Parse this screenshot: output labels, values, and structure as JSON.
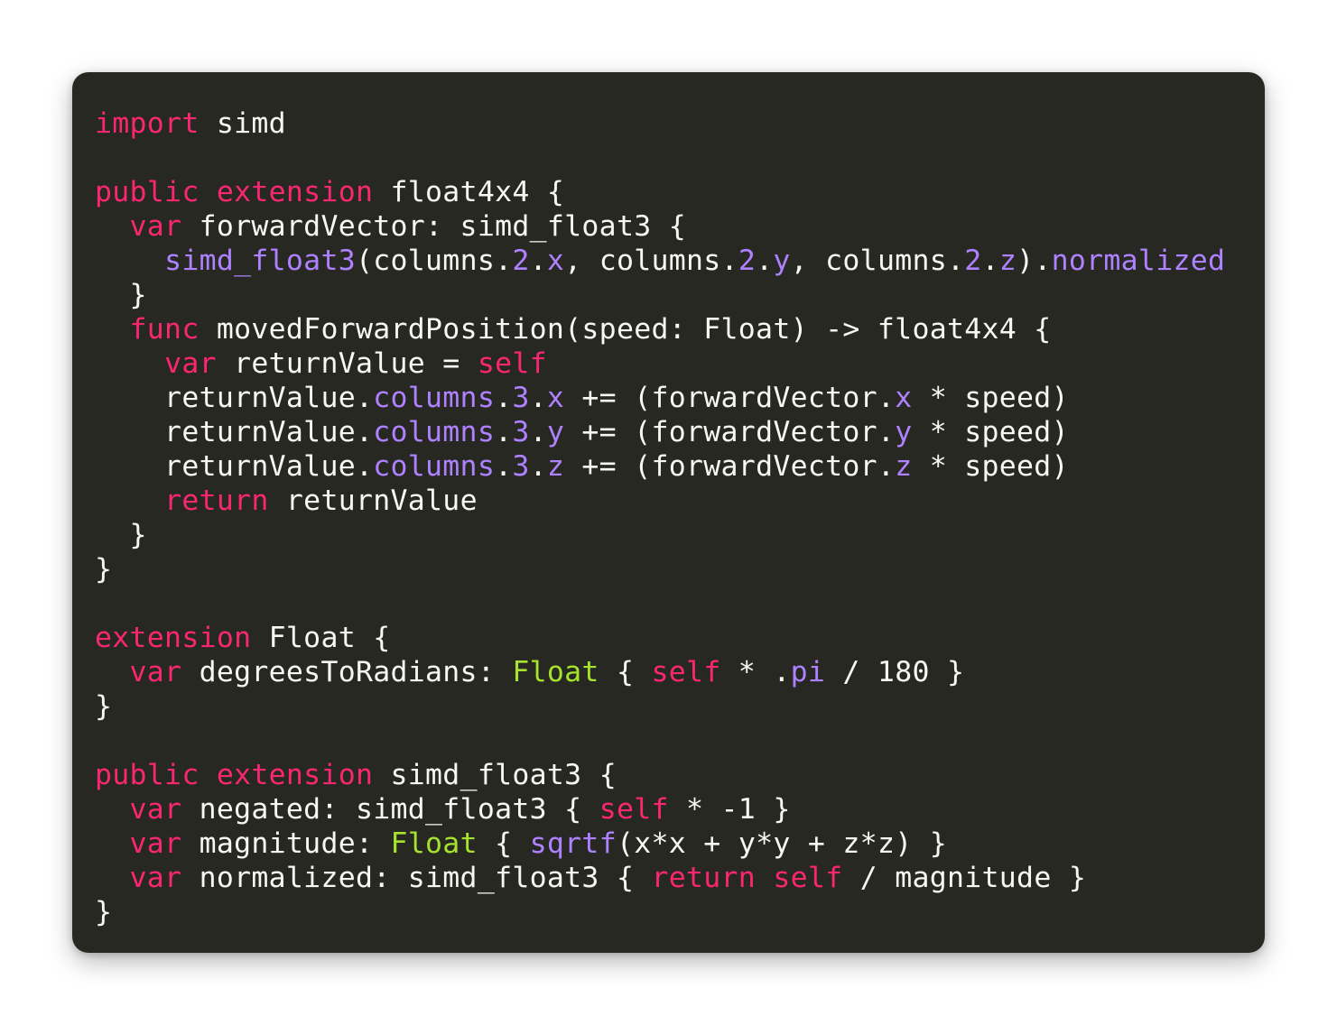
{
  "theme": {
    "background": "#272822",
    "foreground": "#f8f8f2",
    "keyword": "#f92672",
    "number_member": "#ae81ff",
    "type": "#a6e22e"
  },
  "code": {
    "lines": [
      [
        {
          "t": "import",
          "c": "kw"
        },
        {
          "t": " simd",
          "c": "plain"
        }
      ],
      [],
      [
        {
          "t": "public",
          "c": "kw"
        },
        {
          "t": " ",
          "c": "plain"
        },
        {
          "t": "extension",
          "c": "kw"
        },
        {
          "t": " float4x4 {",
          "c": "plain"
        }
      ],
      [
        {
          "t": "  ",
          "c": "plain"
        },
        {
          "t": "var",
          "c": "kw"
        },
        {
          "t": " forwardVector: simd_float3 {",
          "c": "plain"
        }
      ],
      [
        {
          "t": "    ",
          "c": "plain"
        },
        {
          "t": "simd_float3",
          "c": "fn"
        },
        {
          "t": "(columns.",
          "c": "plain"
        },
        {
          "t": "2",
          "c": "num"
        },
        {
          "t": ".",
          "c": "plain"
        },
        {
          "t": "x",
          "c": "prop"
        },
        {
          "t": ", columns.",
          "c": "plain"
        },
        {
          "t": "2",
          "c": "num"
        },
        {
          "t": ".",
          "c": "plain"
        },
        {
          "t": "y",
          "c": "prop"
        },
        {
          "t": ", columns.",
          "c": "plain"
        },
        {
          "t": "2",
          "c": "num"
        },
        {
          "t": ".",
          "c": "plain"
        },
        {
          "t": "z",
          "c": "prop"
        },
        {
          "t": ").",
          "c": "plain"
        },
        {
          "t": "normalized",
          "c": "prop"
        }
      ],
      [
        {
          "t": "  }",
          "c": "plain"
        }
      ],
      [
        {
          "t": "  ",
          "c": "plain"
        },
        {
          "t": "func",
          "c": "kw"
        },
        {
          "t": " movedForwardPosition(speed: Float) -> float4x4 {",
          "c": "plain"
        }
      ],
      [
        {
          "t": "    ",
          "c": "plain"
        },
        {
          "t": "var",
          "c": "kw"
        },
        {
          "t": " returnValue = ",
          "c": "plain"
        },
        {
          "t": "self",
          "c": "kw"
        }
      ],
      [
        {
          "t": "    returnValue.",
          "c": "plain"
        },
        {
          "t": "columns",
          "c": "prop"
        },
        {
          "t": ".",
          "c": "plain"
        },
        {
          "t": "3",
          "c": "num"
        },
        {
          "t": ".",
          "c": "plain"
        },
        {
          "t": "x",
          "c": "prop"
        },
        {
          "t": " += (forwardVector.",
          "c": "plain"
        },
        {
          "t": "x",
          "c": "prop"
        },
        {
          "t": " * speed)",
          "c": "plain"
        }
      ],
      [
        {
          "t": "    returnValue.",
          "c": "plain"
        },
        {
          "t": "columns",
          "c": "prop"
        },
        {
          "t": ".",
          "c": "plain"
        },
        {
          "t": "3",
          "c": "num"
        },
        {
          "t": ".",
          "c": "plain"
        },
        {
          "t": "y",
          "c": "prop"
        },
        {
          "t": " += (forwardVector.",
          "c": "plain"
        },
        {
          "t": "y",
          "c": "prop"
        },
        {
          "t": " * speed)",
          "c": "plain"
        }
      ],
      [
        {
          "t": "    returnValue.",
          "c": "plain"
        },
        {
          "t": "columns",
          "c": "prop"
        },
        {
          "t": ".",
          "c": "plain"
        },
        {
          "t": "3",
          "c": "num"
        },
        {
          "t": ".",
          "c": "plain"
        },
        {
          "t": "z",
          "c": "prop"
        },
        {
          "t": " += (forwardVector.",
          "c": "plain"
        },
        {
          "t": "z",
          "c": "prop"
        },
        {
          "t": " * speed)",
          "c": "plain"
        }
      ],
      [
        {
          "t": "    ",
          "c": "plain"
        },
        {
          "t": "return",
          "c": "kw"
        },
        {
          "t": " returnValue",
          "c": "plain"
        }
      ],
      [
        {
          "t": "  }",
          "c": "plain"
        }
      ],
      [
        {
          "t": "}",
          "c": "plain"
        }
      ],
      [],
      [
        {
          "t": "extension",
          "c": "kw"
        },
        {
          "t": " Float {",
          "c": "plain"
        }
      ],
      [
        {
          "t": "  ",
          "c": "plain"
        },
        {
          "t": "var",
          "c": "kw"
        },
        {
          "t": " degreesToRadians: ",
          "c": "plain"
        },
        {
          "t": "Float",
          "c": "type"
        },
        {
          "t": " { ",
          "c": "plain"
        },
        {
          "t": "self",
          "c": "kw"
        },
        {
          "t": " * .",
          "c": "plain"
        },
        {
          "t": "pi",
          "c": "prop"
        },
        {
          "t": " / 180 }",
          "c": "plain"
        }
      ],
      [
        {
          "t": "}",
          "c": "plain"
        }
      ],
      [],
      [
        {
          "t": "public",
          "c": "kw"
        },
        {
          "t": " ",
          "c": "plain"
        },
        {
          "t": "extension",
          "c": "kw"
        },
        {
          "t": " simd_float3 {",
          "c": "plain"
        }
      ],
      [
        {
          "t": "  ",
          "c": "plain"
        },
        {
          "t": "var",
          "c": "kw"
        },
        {
          "t": " negated: simd_float3 { ",
          "c": "plain"
        },
        {
          "t": "self",
          "c": "kw"
        },
        {
          "t": " * -1 }",
          "c": "plain"
        }
      ],
      [
        {
          "t": "  ",
          "c": "plain"
        },
        {
          "t": "var",
          "c": "kw"
        },
        {
          "t": " magnitude: ",
          "c": "plain"
        },
        {
          "t": "Float",
          "c": "type"
        },
        {
          "t": " { ",
          "c": "plain"
        },
        {
          "t": "sqrtf",
          "c": "fn"
        },
        {
          "t": "(x*x + y*y + z*z) }",
          "c": "plain"
        }
      ],
      [
        {
          "t": "  ",
          "c": "plain"
        },
        {
          "t": "var",
          "c": "kw"
        },
        {
          "t": " normalized: simd_float3 { ",
          "c": "plain"
        },
        {
          "t": "return",
          "c": "kw"
        },
        {
          "t": " ",
          "c": "plain"
        },
        {
          "t": "self",
          "c": "kw"
        },
        {
          "t": " / magnitude }",
          "c": "plain"
        }
      ],
      [
        {
          "t": "}",
          "c": "plain"
        }
      ]
    ]
  }
}
